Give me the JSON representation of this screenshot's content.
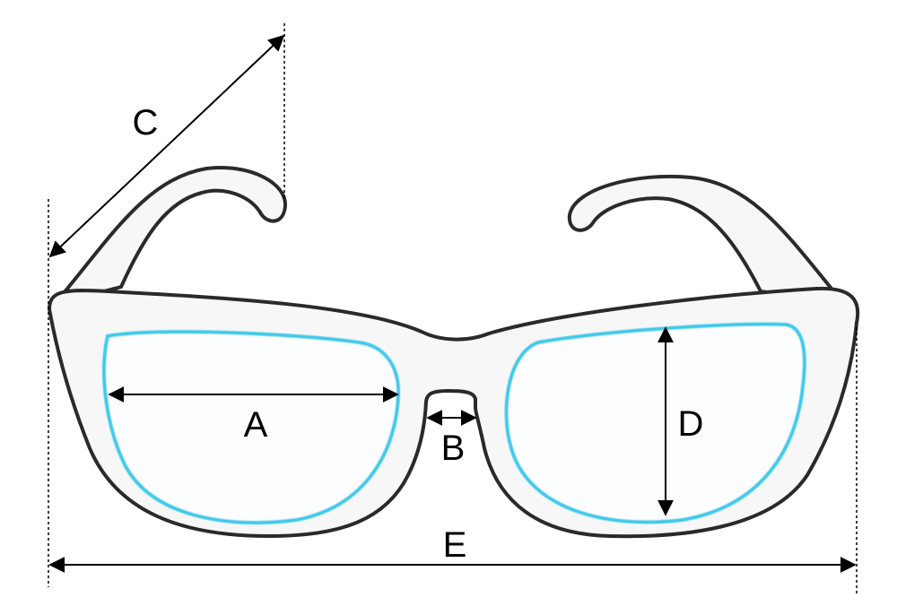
{
  "labels": {
    "lens_width": "A",
    "bridge_width": "B",
    "temple_length": "C",
    "lens_height": "D",
    "frame_width": "E"
  },
  "colors": {
    "frame_outline": "#2a2a2a",
    "frame_fill": "#f7f7f7",
    "lens_rim": "#3ec9ea",
    "dimension_line": "#000000"
  }
}
